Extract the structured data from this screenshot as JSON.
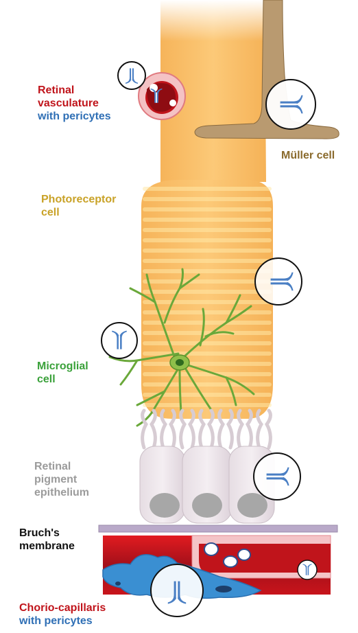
{
  "labels": {
    "retinal_vasculature": {
      "line1": "Retinal",
      "line2": "vasculature",
      "line3": "with pericytes"
    },
    "muller": "Müller cell",
    "photoreceptor": {
      "line1": "Photoreceptor",
      "line2": "cell"
    },
    "microglial": {
      "line1": "Microglial",
      "line2": "cell"
    },
    "rpe": {
      "line1": "Retinal",
      "line2": "pigment",
      "line3": "epithelium"
    },
    "bruch": {
      "line1": "Bruch's",
      "line2": "membrane"
    },
    "chorio": {
      "line1": "Chorio-capillaris",
      "line2": "with pericytes"
    }
  },
  "colors": {
    "vasculature_red": "#c0141b",
    "pericyte_blue": "#2f6fb5",
    "muller_brown": "#8a6a2c",
    "photoreceptor_gold": "#c9a227",
    "microglia_green": "#3aa13a",
    "rpe_gray": "#9b9b9b",
    "receptor_blue": "#4a7fc4"
  }
}
